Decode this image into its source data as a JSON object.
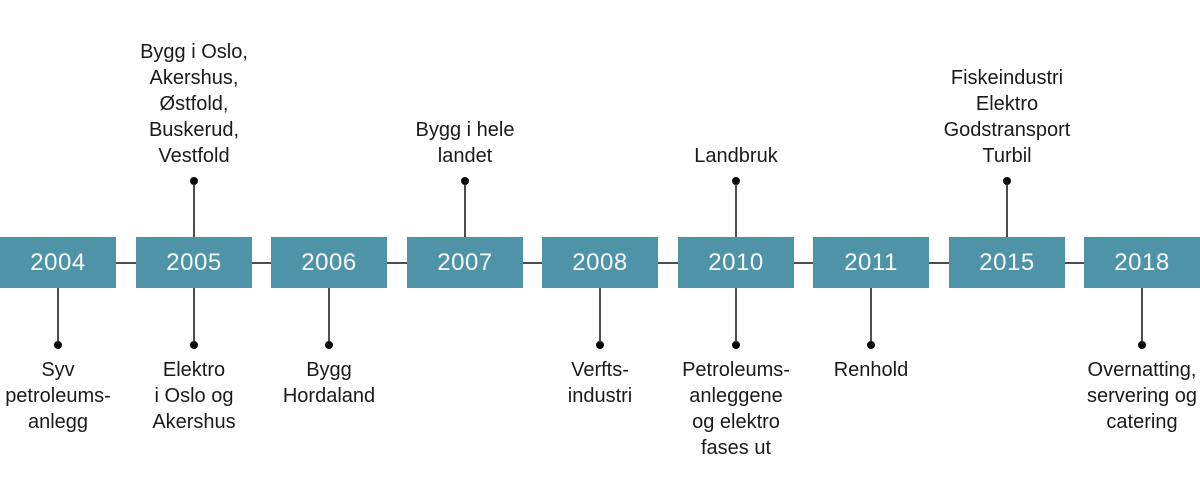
{
  "timeline": {
    "title": "Timeline of years with sector events",
    "colors": {
      "box": "#4e93a8",
      "year_text": "#f7fafb",
      "label_text": "#1a1a1a",
      "line": "#4d4d4d",
      "dot": "#0a0a0a"
    },
    "items": [
      {
        "year": "2004",
        "above": "",
        "below": "Syv\npetroleums-\nanlegg"
      },
      {
        "year": "2005",
        "above": "Bygg i Oslo,\nAkershus,\nØstfold,\nBuskerud,\nVestfold",
        "below": "Elektro\ni Oslo og\nAkershus"
      },
      {
        "year": "2006",
        "above": "",
        "below": "Bygg\nHordaland"
      },
      {
        "year": "2007",
        "above": "Bygg i hele\nlandet",
        "below": ""
      },
      {
        "year": "2008",
        "above": "",
        "below": "Verfts-\nindustri"
      },
      {
        "year": "2010",
        "above": "Landbruk",
        "below": "Petroleums-\nanleggene\nog elektro\nfases ut"
      },
      {
        "year": "2011",
        "above": "",
        "below": "Renhold"
      },
      {
        "year": "2015",
        "above": "Fiskeindustri\nElektro\nGodstransport\nTurbil",
        "below": ""
      },
      {
        "year": "2018",
        "above": "",
        "below": "Overnatting,\nservering og\ncatering"
      }
    ]
  }
}
